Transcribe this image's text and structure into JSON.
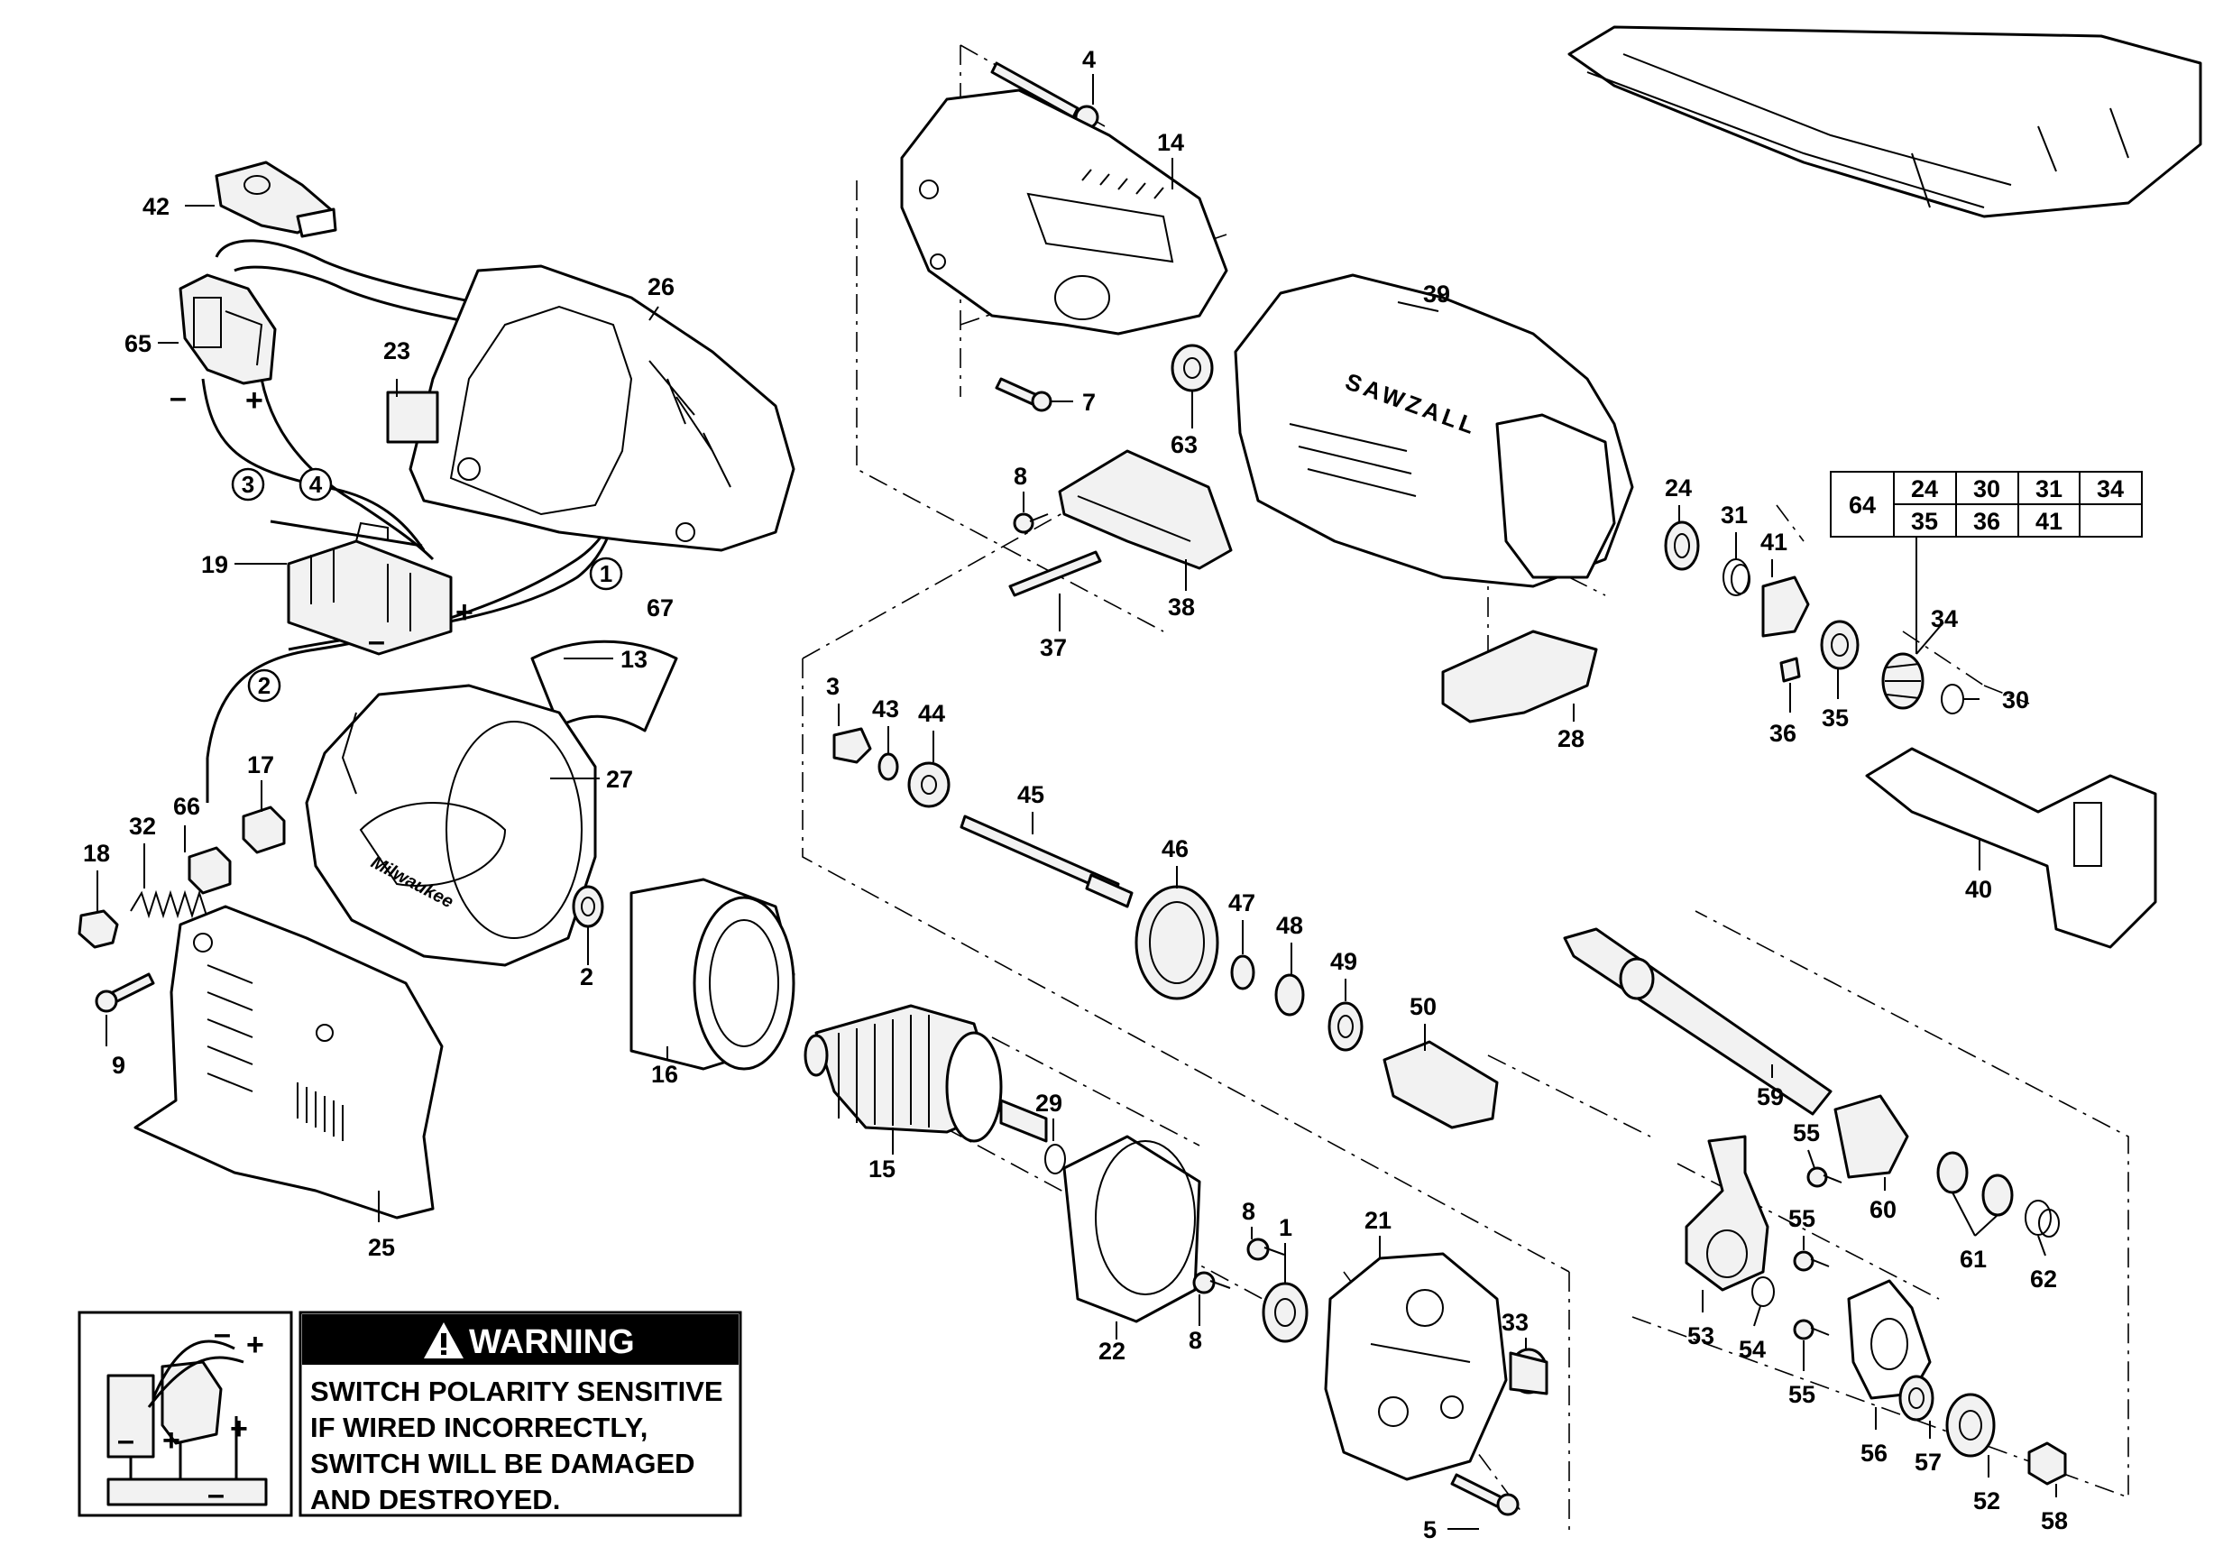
{
  "parts": {
    "p1": "1",
    "p2": "2",
    "p3": "3",
    "p4": "4",
    "p5": "5",
    "p7": "7",
    "p8a": "8",
    "p8b": "8",
    "p8c": "8",
    "p9": "9",
    "p13": "13",
    "p14": "14",
    "p15": "15",
    "p16": "16",
    "p17": "17",
    "p18": "18",
    "p19": "19",
    "p21": "21",
    "p22": "22",
    "p23": "23",
    "p24": "24",
    "p25": "25",
    "p26": "26",
    "p27": "27",
    "p28": "28",
    "p29": "29",
    "p30": "30",
    "p31": "31",
    "p32": "32",
    "p33": "33",
    "p34": "34",
    "p35": "35",
    "p36": "36",
    "p37": "37",
    "p38": "38",
    "p39": "39",
    "p40": "40",
    "p41": "41",
    "p42": "42",
    "p43": "43",
    "p44": "44",
    "p45": "45",
    "p46": "46",
    "p47": "47",
    "p48": "48",
    "p49": "49",
    "p50": "50",
    "p52": "52",
    "p53": "53",
    "p54": "54",
    "p55a": "55",
    "p55b": "55",
    "p55c": "55",
    "p56": "56",
    "p57": "57",
    "p58": "58",
    "p59": "59",
    "p60": "60",
    "p61": "61",
    "p62": "62",
    "p63": "63",
    "p65": "65",
    "p66": "66",
    "p67": "67"
  },
  "callouts": {
    "c1": "1",
    "c2": "2",
    "c3": "3",
    "c4": "4"
  },
  "signs": {
    "minus_switch": "–",
    "plus_switch": "+",
    "plus_brush": "+",
    "minus_brush": "–",
    "inset_minus_top": "–",
    "inset_plus_top": "+",
    "inset_plus_mid": "+",
    "inset_minus_mid": "–",
    "inset_plus_left": "+",
    "inset_minus_bottom": "–"
  },
  "kit": {
    "label": "64",
    "row1": [
      "24",
      "30",
      "31",
      "34"
    ],
    "row2": [
      "35",
      "36",
      "41",
      ""
    ]
  },
  "brand": {
    "housing_text": "SAWZALL",
    "motor_text": "Milwaukee"
  },
  "warning": {
    "heading": "WARNING",
    "line1": "SWITCH POLARITY SENSITIVE",
    "line2": "IF WIRED INCORRECTLY,",
    "line3": "SWITCH WILL BE DAMAGED",
    "line4": "AND DESTROYED."
  }
}
